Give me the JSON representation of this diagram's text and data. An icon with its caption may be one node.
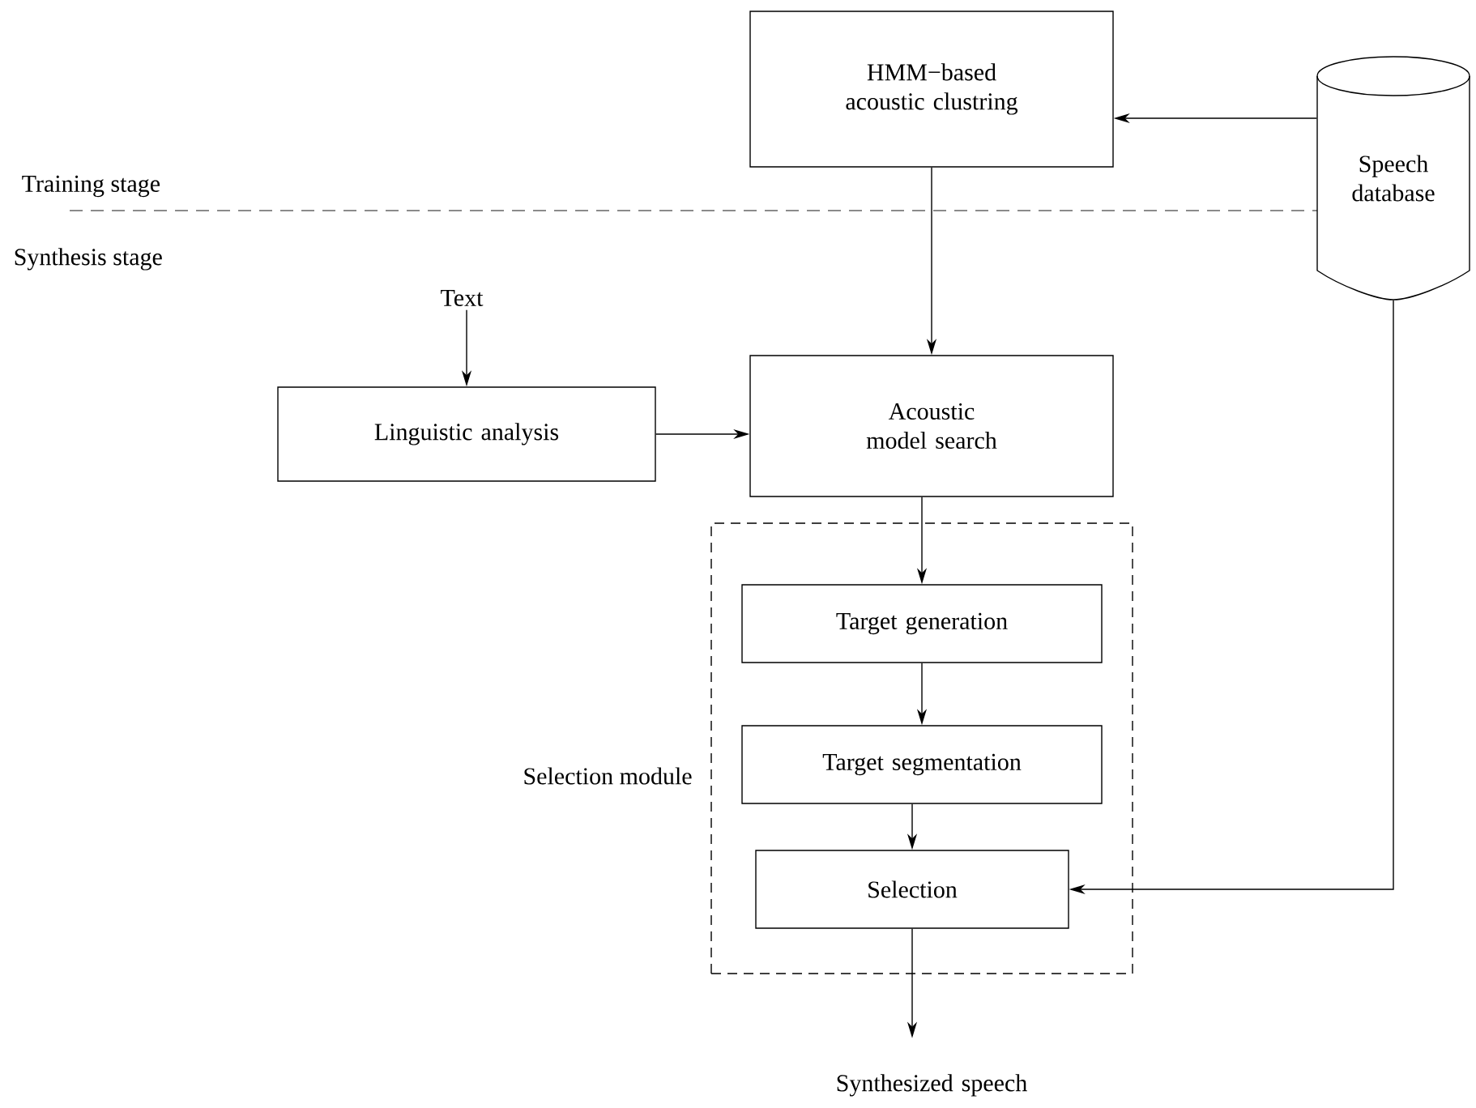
{
  "diagram": {
    "nodes": [
      {
        "text": [
          "HMM−based acoustic clustring"
        ]
      },
      {
        "text": [
          "Speech database"
        ]
      },
      {
        "text": [
          "Text"
        ]
      },
      {
        "text": [
          "Linguistic analysis"
        ]
      },
      {
        "text": [
          "Acoustic model search"
        ]
      },
      {
        "text": [
          "Selection module"
        ]
      },
      {
        "text": [
          "Target generation"
        ],
        "in": 5
      },
      {
        "text": [
          "Target segmentation"
        ],
        "in": 5
      },
      {
        "text": [
          "Selection"
        ],
        "in": 5
      },
      {
        "text": [
          "Synthesized speech"
        ]
      }
    ],
    "edges": [
      {
        "from": 1,
        "to": 0,
        "arrow": "to"
      },
      {
        "from": 0,
        "to": 4,
        "arrow": "to"
      },
      {
        "from": 2,
        "to": 3,
        "arrow": "to"
      },
      {
        "from": 3,
        "to": 4,
        "arrow": "to"
      },
      {
        "from": 4,
        "to": 6,
        "arrow": "to"
      },
      {
        "from": 6,
        "to": 7,
        "arrow": "to"
      },
      {
        "from": 7,
        "to": 8,
        "arrow": "to"
      },
      {
        "from": 1,
        "to": 8,
        "arrow": "to"
      },
      {
        "from": 8,
        "to": 9,
        "arrow": "to"
      }
    ],
    "labels": [
      "Training stage",
      "Synthesis stage"
    ]
  }
}
